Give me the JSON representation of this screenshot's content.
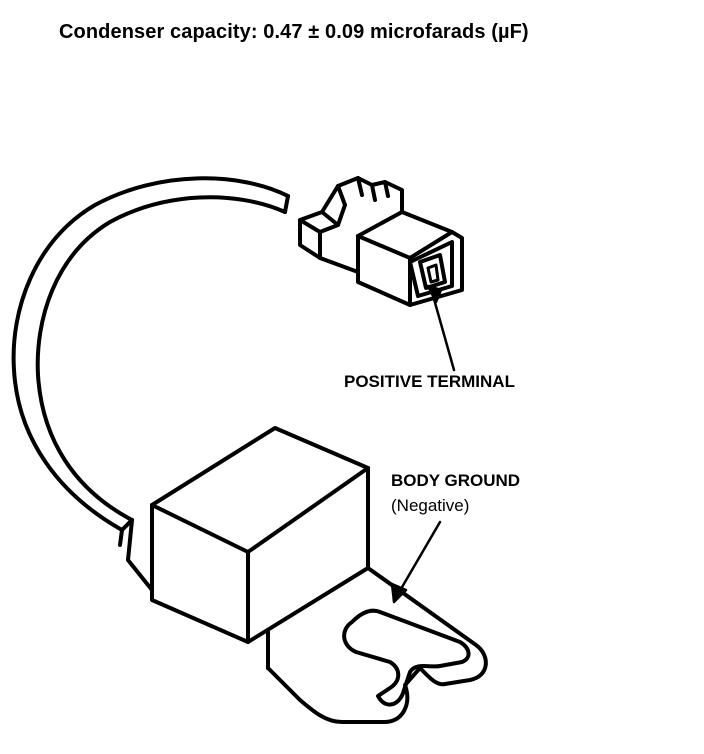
{
  "title": "Condenser capacity: 0.47 ± 0.09 microfarads (µF)",
  "labels": {
    "positive_terminal": "POSITIVE TERMINAL",
    "body_ground": "BODY GROUND",
    "body_ground_sub": "(Negative)"
  }
}
